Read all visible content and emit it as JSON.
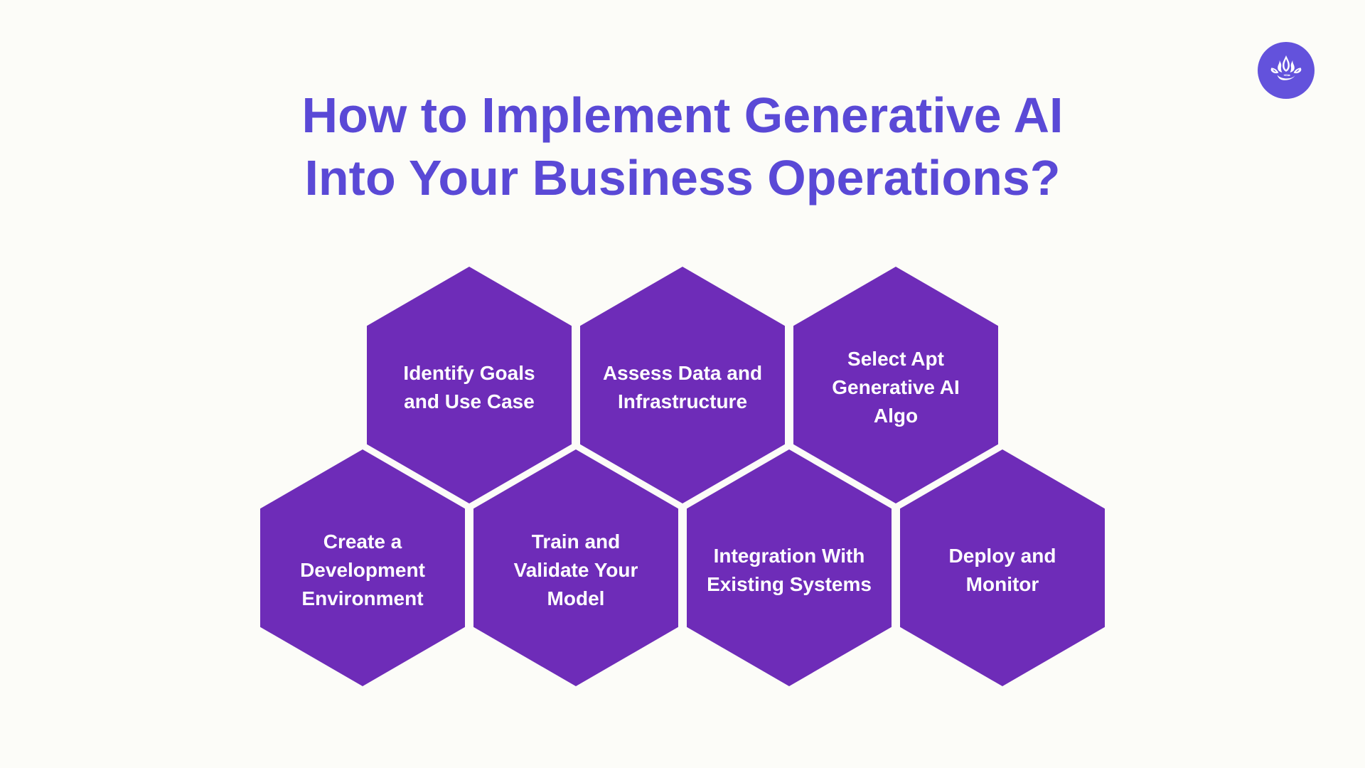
{
  "title": {
    "line1": "How to Implement Generative AI",
    "line2": "Into Your Business Operations?"
  },
  "logo": {
    "icon": "lotus-icon"
  },
  "steps": [
    {
      "label": "Identify Goals\nand Use Case"
    },
    {
      "label": "Assess Data and\nInfrastructure"
    },
    {
      "label": "Select Apt\nGenerative AI\nAlgo"
    },
    {
      "label": "Create a\nDevelopment\nEnvironment"
    },
    {
      "label": "Train and\nValidate Your\nModel"
    },
    {
      "label": "Integration With\nExisting Systems"
    },
    {
      "label": "Deploy and\nMonitor"
    }
  ],
  "theme": {
    "background": "#FCFCF8",
    "hexagon": "#6E2CB8",
    "title": "#5A49D6",
    "logo": "#6352DC",
    "step_text": "#FFFFFF"
  }
}
